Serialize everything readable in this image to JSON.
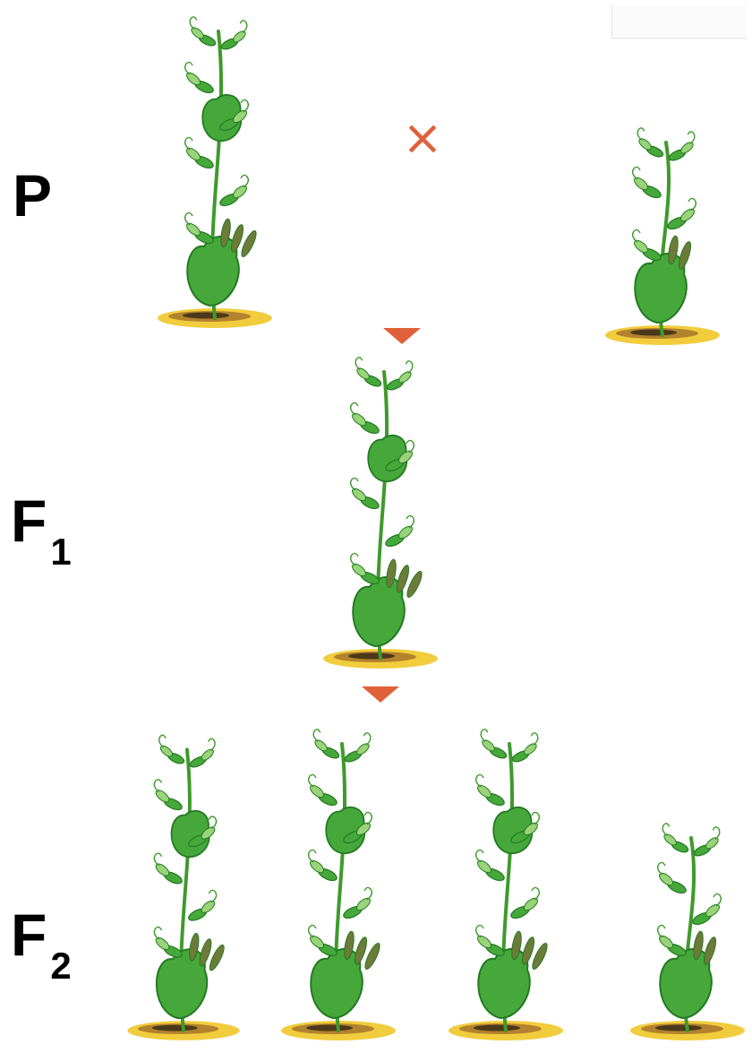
{
  "labels": {
    "parental": {
      "main": "P",
      "sub": ""
    },
    "first_filial": {
      "main": "F",
      "sub": "1"
    },
    "second_filial": {
      "main": "F",
      "sub": "2"
    }
  },
  "symbols": {
    "cross": "×"
  },
  "colors": {
    "stem": "#3f9a2c",
    "leaf": "#46a83a",
    "leaf_dark": "#237a22",
    "leaf_light": "#9ad37a",
    "pod": "#6e7a3a",
    "soil_light": "#f0c628",
    "soil_dark": "#3a2b18",
    "soil_brown": "#a8742a",
    "arrow": "#e0603a",
    "label": "#000000"
  },
  "plants": [
    {
      "generation": "P",
      "kind": "tall"
    },
    {
      "generation": "P",
      "kind": "short"
    },
    {
      "generation": "F1",
      "kind": "tall"
    },
    {
      "generation": "F2",
      "kind": "tall"
    },
    {
      "generation": "F2",
      "kind": "tall"
    },
    {
      "generation": "F2",
      "kind": "tall"
    },
    {
      "generation": "F2",
      "kind": "short"
    }
  ]
}
